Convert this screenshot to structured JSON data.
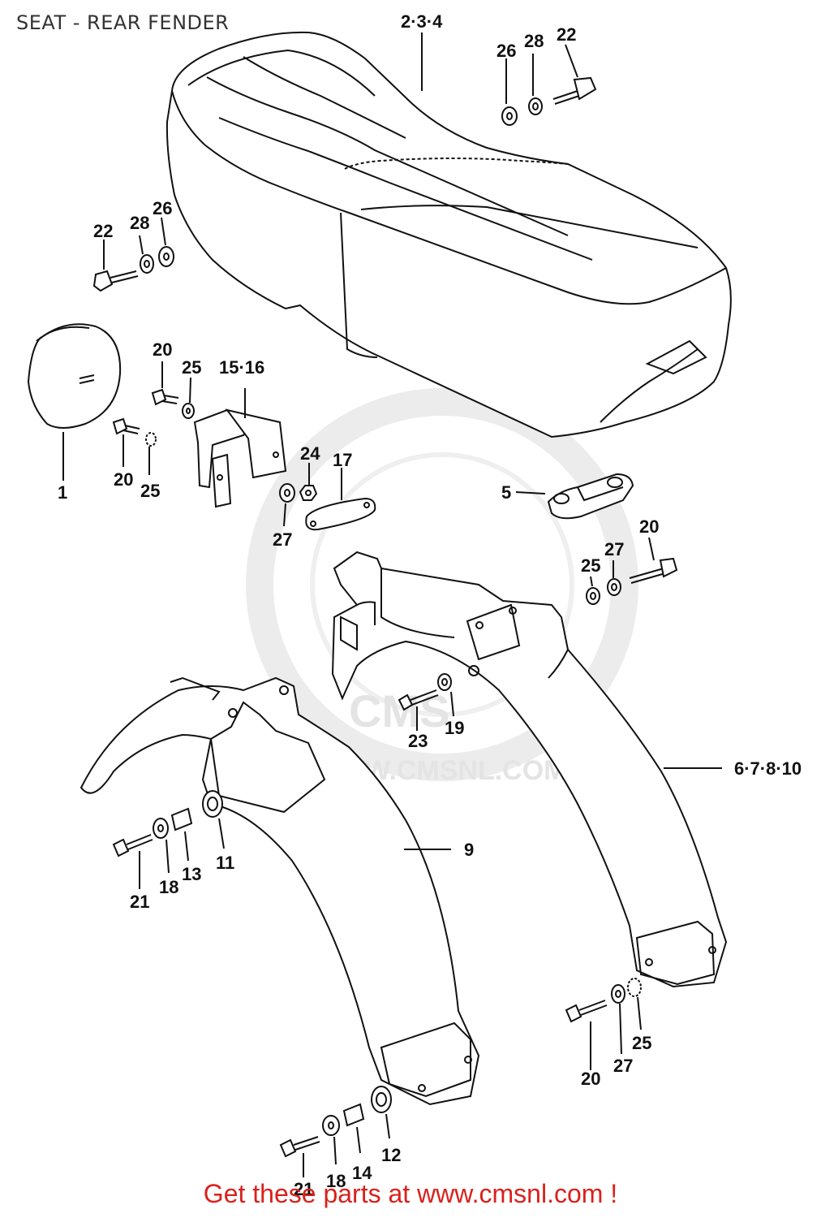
{
  "header": {
    "title": "SEAT - REAR FENDER"
  },
  "watermark": {
    "logo": "CMS",
    "url": "WWW.CMSNL.COM"
  },
  "footer": {
    "text": "Get these parts at www.cmsnl.com !"
  },
  "callouts": {
    "seat": "2·3·4",
    "bolt_22_a": "22",
    "washer_28_a": "28",
    "washer_26_a": "26",
    "bolt_22_b": "22",
    "washer_28_b": "28",
    "washer_26_b": "26",
    "cap_1": "1",
    "bolt_20_a": "20",
    "washer_25_a": "25",
    "bolt_20_b": "20",
    "washer_25_b": "25",
    "bracket_15_16": "15·16",
    "nut_24": "24",
    "washer_27_a": "27",
    "plate_17": "17",
    "bracket_5": "5",
    "bolt_20_c": "20",
    "washer_27_b": "27",
    "washer_25_c": "25",
    "bolt_23": "23",
    "washer_19": "19",
    "fender_6_7_8_10": "6·7·8·10",
    "fender_9": "9",
    "bolt_21_a": "21",
    "washer_18_a": "18",
    "collar_13": "13",
    "grommet_11": "11",
    "bolt_20_d": "20",
    "washer_27_c": "27",
    "washer_25_d": "25",
    "bolt_21_b": "21",
    "washer_18_b": "18",
    "collar_14": "14",
    "grommet_12": "12"
  },
  "colors": {
    "line": "#111111",
    "footer": "#d9211c",
    "watermark": "#e4e4e4"
  }
}
